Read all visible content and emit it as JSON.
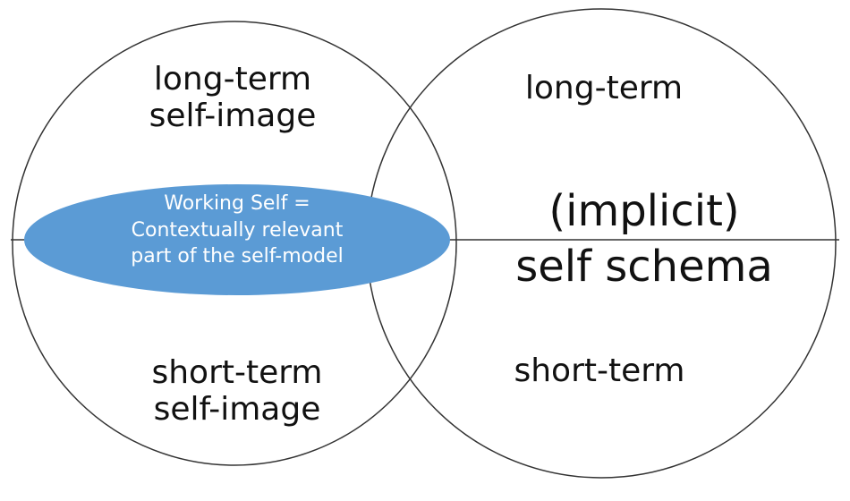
{
  "colors": {
    "stroke": "#333333",
    "ellipse_fill": "#5b9bd5",
    "ellipse_text": "#ffffff",
    "text": "#111111"
  },
  "left_circle": {
    "top_label": [
      "long-term",
      "self-image"
    ],
    "bottom_label": [
      "short-term",
      "self-image"
    ]
  },
  "right_circle": {
    "top_label": "long-term",
    "center_label": [
      "(implicit)",
      "self schema"
    ],
    "bottom_label": "short-term"
  },
  "working_self": [
    "Working Self =",
    "Contextually relevant",
    "part of the self-model"
  ]
}
